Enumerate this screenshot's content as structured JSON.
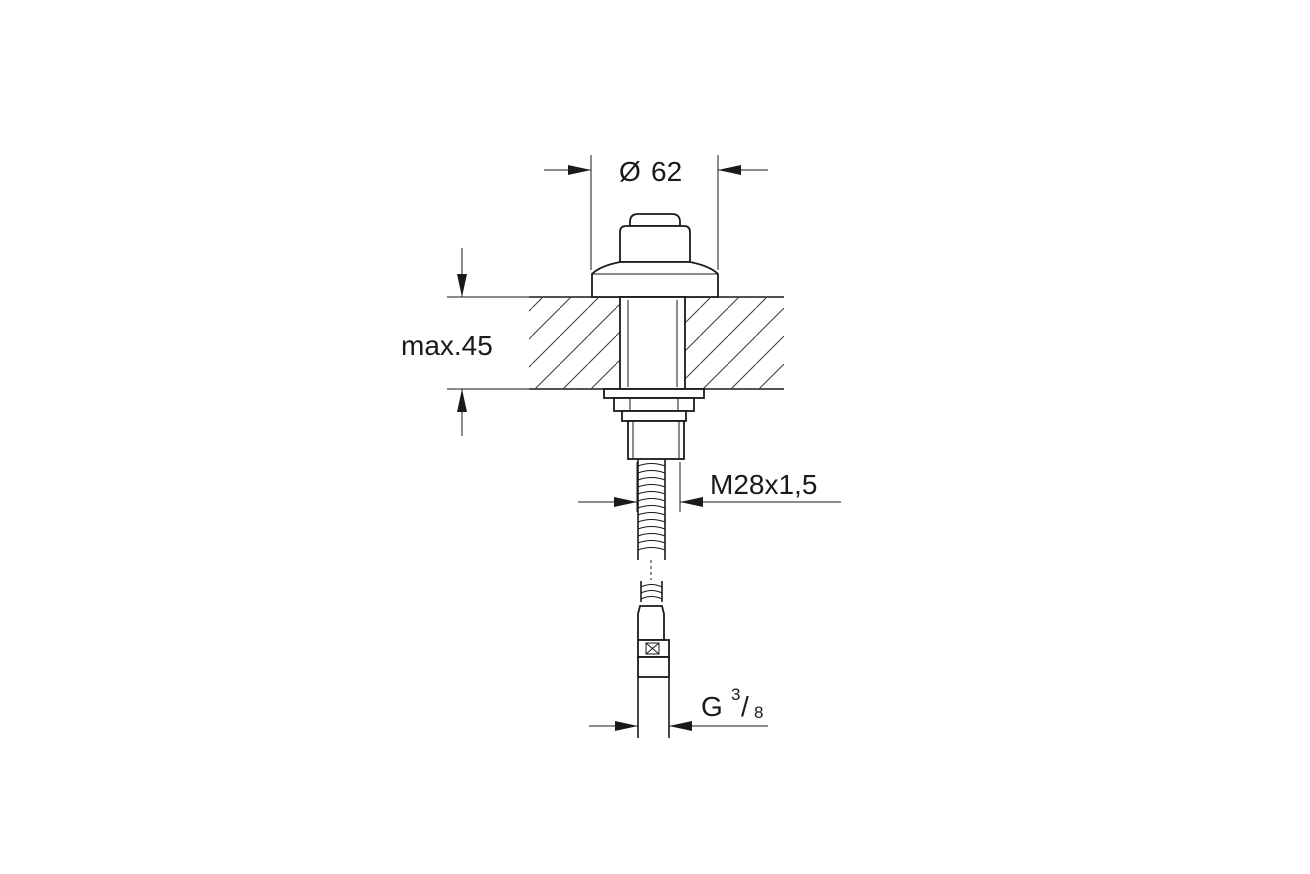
{
  "dimensions": {
    "diameter": {
      "symbol": "Ø",
      "value": "62"
    },
    "thickness": "max.45",
    "thread": "M28x1,5",
    "connection": {
      "letter": "G",
      "numerator": "3",
      "slash": "/",
      "denominator": "8"
    }
  },
  "colors": {
    "line": "#1a1a1a",
    "background": "#ffffff"
  }
}
